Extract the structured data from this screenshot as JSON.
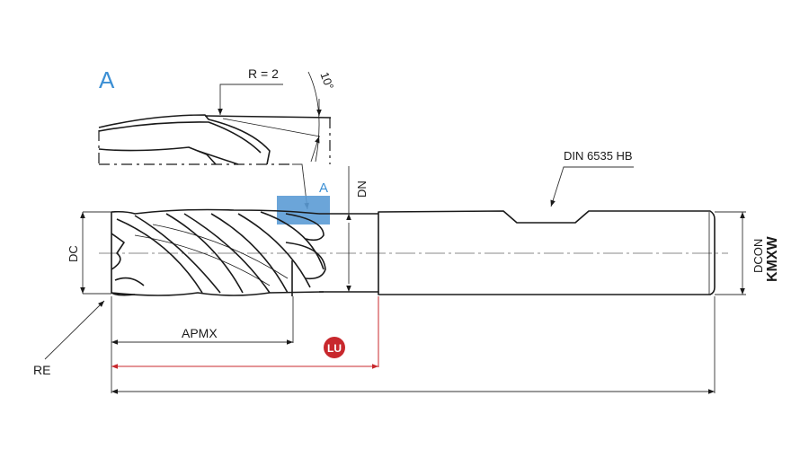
{
  "detail": {
    "label": "A",
    "radius_label": "R = 2",
    "angle_label": "10°"
  },
  "detail_marker": {
    "label": "A",
    "highlight_color": "#5b9bd5"
  },
  "labels": {
    "dn": "DN",
    "din": "DIN 6535 HB",
    "dc": "DC",
    "dcon": "DCON",
    "kmxw": "KMXW",
    "apmx": "APMX",
    "re": "RE",
    "lu": "LU"
  },
  "colors": {
    "accent_blue": "#3b8fd4",
    "lu_red": "#c8282d"
  }
}
